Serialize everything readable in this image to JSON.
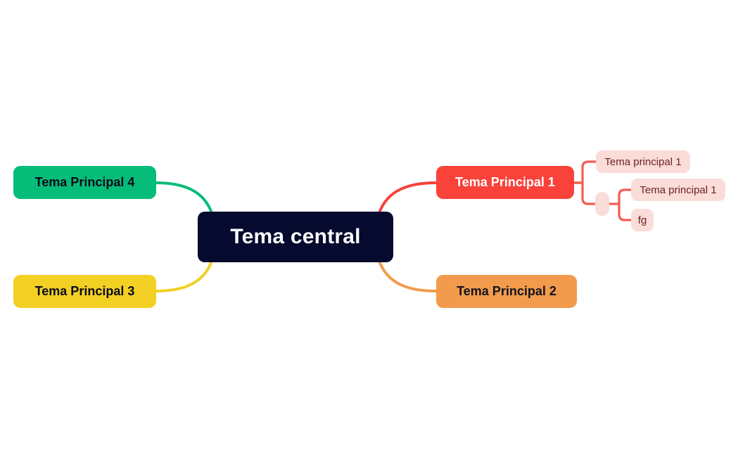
{
  "diagram": {
    "type": "mind-map",
    "background_color": "#ffffff",
    "central": {
      "label": "Tema central",
      "fill": "#050a2e",
      "text_color": "#ffffff"
    },
    "branches": [
      {
        "id": "branch-1",
        "label": "Tema Principal 1",
        "side": "right",
        "fill": "#f8423a",
        "text_color": "#ffffff",
        "children": [
          {
            "id": "sub-1",
            "label": "Tema principal 1",
            "fill": "#fadcd9",
            "text_color": "#6b2420",
            "children": []
          },
          {
            "id": "sub-empty",
            "label": "",
            "fill": "#fadcd9",
            "text_color": "#6b2420",
            "children": [
              {
                "id": "sub-2",
                "label": "Tema principal 1",
                "fill": "#fadcd9",
                "text_color": "#6b2420"
              },
              {
                "id": "sub-3",
                "label": "fg",
                "fill": "#fadcd9",
                "text_color": "#6b2420"
              }
            ]
          }
        ]
      },
      {
        "id": "branch-2",
        "label": "Tema Principal 2",
        "side": "right",
        "fill": "#f29b4c",
        "text_color": "#12121f",
        "children": []
      },
      {
        "id": "branch-3",
        "label": "Tema Principal 3",
        "side": "left",
        "fill": "#f2d024",
        "text_color": "#0b0b1a",
        "children": []
      },
      {
        "id": "branch-4",
        "label": "Tema Principal 4",
        "side": "left",
        "fill": "#05bd78",
        "text_color": "#0b0b1a",
        "children": []
      }
    ],
    "connectors": {
      "branch_1_color": "#f8423a",
      "branch_2_color": "#f29b4c",
      "branch_3_color": "#f2d024",
      "branch_4_color": "#05bd78",
      "sub_color": "#f45b50"
    }
  }
}
